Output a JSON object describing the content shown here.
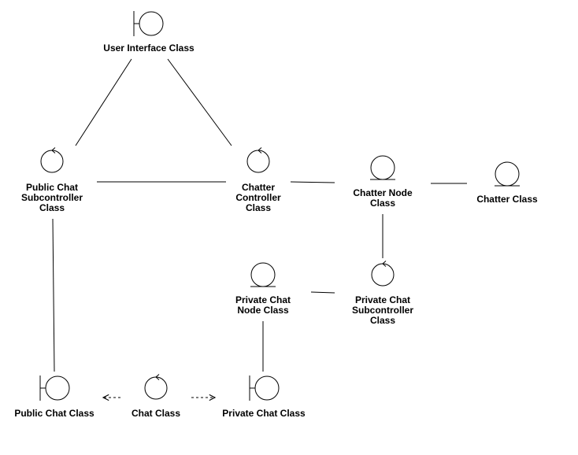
{
  "colors": {
    "stroke": "#000000",
    "background": "#ffffff"
  },
  "nodes": {
    "user_interface": {
      "label": "User Interface Class",
      "kind": "boundary"
    },
    "public_chat_subcontroller": {
      "label": "Public Chat\nSubcontroller\nClass",
      "kind": "control"
    },
    "chatter_controller": {
      "label": "Chatter\nController\nClass",
      "kind": "control"
    },
    "chatter_node": {
      "label": "Chatter Node\nClass",
      "kind": "entity"
    },
    "chatter": {
      "label": "Chatter Class",
      "kind": "entity"
    },
    "private_chat_node": {
      "label": "Private Chat\nNode Class",
      "kind": "entity"
    },
    "private_chat_subcontroller": {
      "label": "Private Chat\nSubcontroller\nClass",
      "kind": "control"
    },
    "public_chat": {
      "label": "Public Chat Class",
      "kind": "boundary"
    },
    "chat": {
      "label": "Chat Class",
      "kind": "control"
    },
    "private_chat": {
      "label": "Private Chat Class",
      "kind": "boundary"
    }
  },
  "edges": [
    {
      "from": "user_interface",
      "to": "public_chat_subcontroller",
      "style": "solid"
    },
    {
      "from": "user_interface",
      "to": "chatter_controller",
      "style": "solid"
    },
    {
      "from": "public_chat_subcontroller",
      "to": "chatter_controller",
      "style": "solid"
    },
    {
      "from": "chatter_controller",
      "to": "chatter_node",
      "style": "solid"
    },
    {
      "from": "chatter_node",
      "to": "chatter",
      "style": "solid"
    },
    {
      "from": "chatter_node",
      "to": "private_chat_subcontroller",
      "style": "solid"
    },
    {
      "from": "private_chat_node",
      "to": "private_chat_subcontroller",
      "style": "solid"
    },
    {
      "from": "public_chat_subcontroller",
      "to": "public_chat",
      "style": "solid"
    },
    {
      "from": "private_chat_node",
      "to": "private_chat",
      "style": "solid"
    },
    {
      "from": "chat",
      "to": "public_chat",
      "style": "dashed-arrow"
    },
    {
      "from": "chat",
      "to": "private_chat",
      "style": "dashed-arrow"
    }
  ]
}
